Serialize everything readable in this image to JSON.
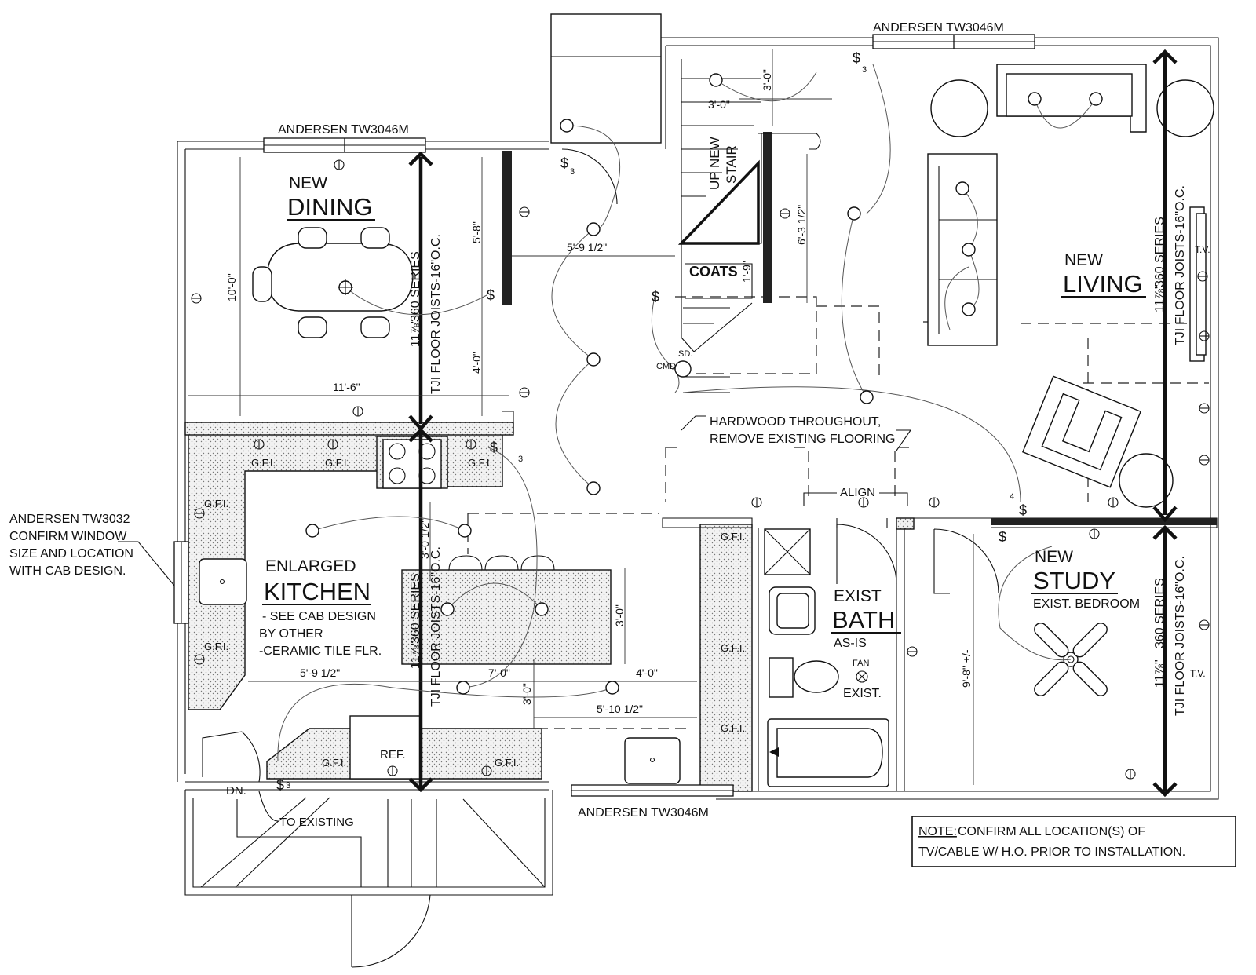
{
  "rooms": {
    "dining": {
      "line1": "NEW",
      "line2": "DINING"
    },
    "kitchen": {
      "line1": "ENLARGED",
      "line2": "KITCHEN",
      "notes": [
        "- SEE CAB DESIGN",
        "BY OTHER",
        "-CERAMIC TILE FLR."
      ]
    },
    "living": {
      "line1": "NEW",
      "line2": "LIVING"
    },
    "study": {
      "line1": "NEW",
      "line2": "STUDY",
      "note": "EXIST. BEDROOM"
    },
    "bath": {
      "line1": "EXIST",
      "line2": "BATH",
      "note": "AS-IS",
      "fan_label": "FAN",
      "fan_note": "EXIST."
    },
    "coats": "COATS",
    "stair": {
      "line1": "UP NEW",
      "line2": "STAIR"
    }
  },
  "windows": {
    "dining": "ANDERSEN TW3046M",
    "living": "ANDERSEN TW3046M",
    "kitchen_south": "ANDERSEN TW3046M",
    "kitchen_west": [
      "ANDERSEN TW3032",
      "CONFIRM WINDOW",
      "SIZE AND LOCATION",
      "WITH CAB DESIGN."
    ]
  },
  "joists": {
    "series": "360 SERIES",
    "spec": "TJI FLOOR JOISTS-16\"O.C.",
    "size": "11⅞\""
  },
  "dimensions": {
    "dining_width": "11'-6\"",
    "dining_depth": "10'-0\"",
    "d_5_8": "5'-8\"",
    "d_4_0_hall": "4'-0\"",
    "d_5_9_half_hall": "5'-9 1/2\"",
    "d_3_0_stair_a": "3'-0\"",
    "d_3_0_stair_b": "3'-0\"",
    "d_6_3_half": "6'-3 1/2\"",
    "d_1_9": "1'-9\"",
    "d_3_0_half_kitchen": "3'-0 1/2\"",
    "d_5_9_half_kitchen": "5'-9 1/2\"",
    "d_7_0": "7'-0\"",
    "d_4_0_kitchen": "4'-0\"",
    "d_3_0_island": "3'-0\"",
    "d_3_0_kitchen_v": "3'-0\"",
    "d_5_10_half": "5'-10 1/2\"",
    "d_9_8": "9'-8\" +/-"
  },
  "labels": {
    "gfi": "G.F.I.",
    "ref": "REF.",
    "dn": "DN.",
    "to_existing": "TO EXISTING",
    "align": "ALIGN",
    "cmd": "CMD",
    "sd": "SD.",
    "tv": "T.V.",
    "switch": "$",
    "switch3": "3",
    "switch4": "4",
    "hardwood": [
      "HARDWOOD THROUGHOUT,",
      "REMOVE EXISTING FLOORING"
    ]
  },
  "note": {
    "head": "NOTE:",
    "body1": " CONFIRM ALL LOCATION(S) OF",
    "body2": "TV/CABLE W/ H.O. PRIOR TO INSTALLATION."
  }
}
